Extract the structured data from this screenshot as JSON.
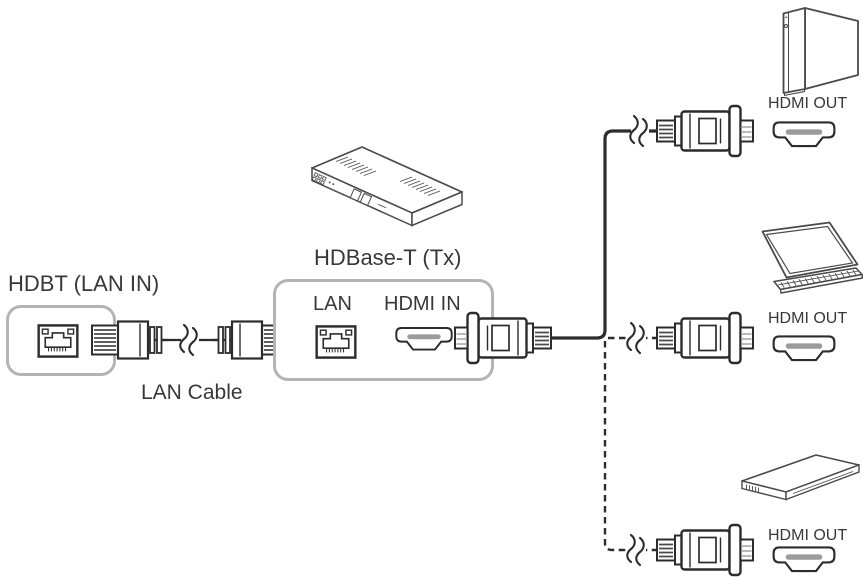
{
  "source_panel": {
    "label": "HDBT (LAN IN)"
  },
  "lan_cable": {
    "label": "LAN Cable"
  },
  "transmitter": {
    "device_label": "HDBase-T (Tx)",
    "lan_port_label": "LAN",
    "hdmi_port_label": "HDMI IN"
  },
  "outputs": [
    {
      "device": "pc-tower",
      "port_label": "HDMI OUT"
    },
    {
      "device": "laptop",
      "port_label": "HDMI OUT"
    },
    {
      "device": "media-player",
      "port_label": "HDMI OUT"
    }
  ],
  "colors": {
    "line": "#2c2c2c",
    "panel_border": "#b4b4b4",
    "text": "#383838",
    "port_bar": "#9b9b9b",
    "device_stroke": "#4a4a4a"
  }
}
